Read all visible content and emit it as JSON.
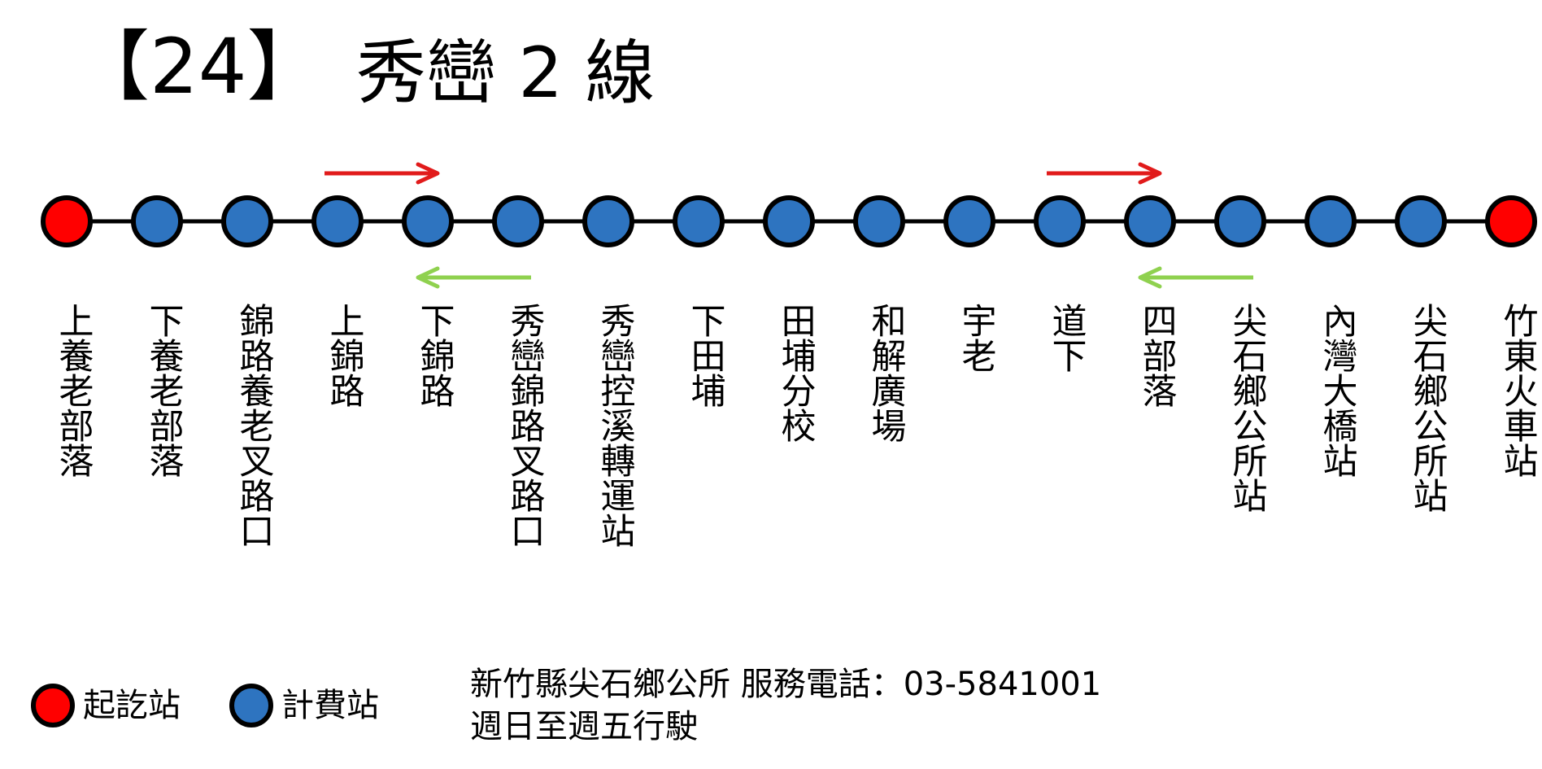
{
  "title": {
    "route_number": "【24】",
    "route_name": "秀巒 2 線"
  },
  "colors": {
    "terminal": "#ff0000",
    "fare_stop": "#2e74c0",
    "outline": "#000000",
    "forward_arrow": "#e11b1b",
    "return_arrow": "#8fd14f"
  },
  "stops": [
    {
      "name": "上養老部落",
      "type": "terminal"
    },
    {
      "name": "下養老部落",
      "type": "fare"
    },
    {
      "name": "錦路養老叉路口",
      "type": "fare"
    },
    {
      "name": "上錦路",
      "type": "fare"
    },
    {
      "name": "下錦路",
      "type": "fare"
    },
    {
      "name": "秀巒錦路叉路口",
      "type": "fare"
    },
    {
      "name": "秀巒控溪轉運站",
      "type": "fare"
    },
    {
      "name": "下田埔",
      "type": "fare"
    },
    {
      "name": "田埔分校",
      "type": "fare"
    },
    {
      "name": "和解廣場",
      "type": "fare"
    },
    {
      "name": "宇老",
      "type": "fare"
    },
    {
      "name": "道下",
      "type": "fare"
    },
    {
      "name": "四部落",
      "type": "fare"
    },
    {
      "name": "尖石鄉公所站",
      "type": "fare"
    },
    {
      "name": "內灣大橋站",
      "type": "fare"
    },
    {
      "name": "尖石鄉公所站",
      "type": "fare"
    },
    {
      "name": "竹東火車站",
      "type": "terminal"
    }
  ],
  "direction_arrows": [
    {
      "direction": "forward",
      "from_stop": 3,
      "to_stop": 4
    },
    {
      "direction": "return",
      "from_stop": 5,
      "to_stop": 4
    },
    {
      "direction": "forward",
      "from_stop": 11,
      "to_stop": 12
    },
    {
      "direction": "return",
      "from_stop": 13,
      "to_stop": 12
    }
  ],
  "legend": {
    "terminal_label": "起訖站",
    "fare_label": "計費站"
  },
  "info": {
    "service_line": "新竹縣尖石鄉公所 服務電話：03-5841001",
    "schedule_line": "週日至週五行駛"
  }
}
